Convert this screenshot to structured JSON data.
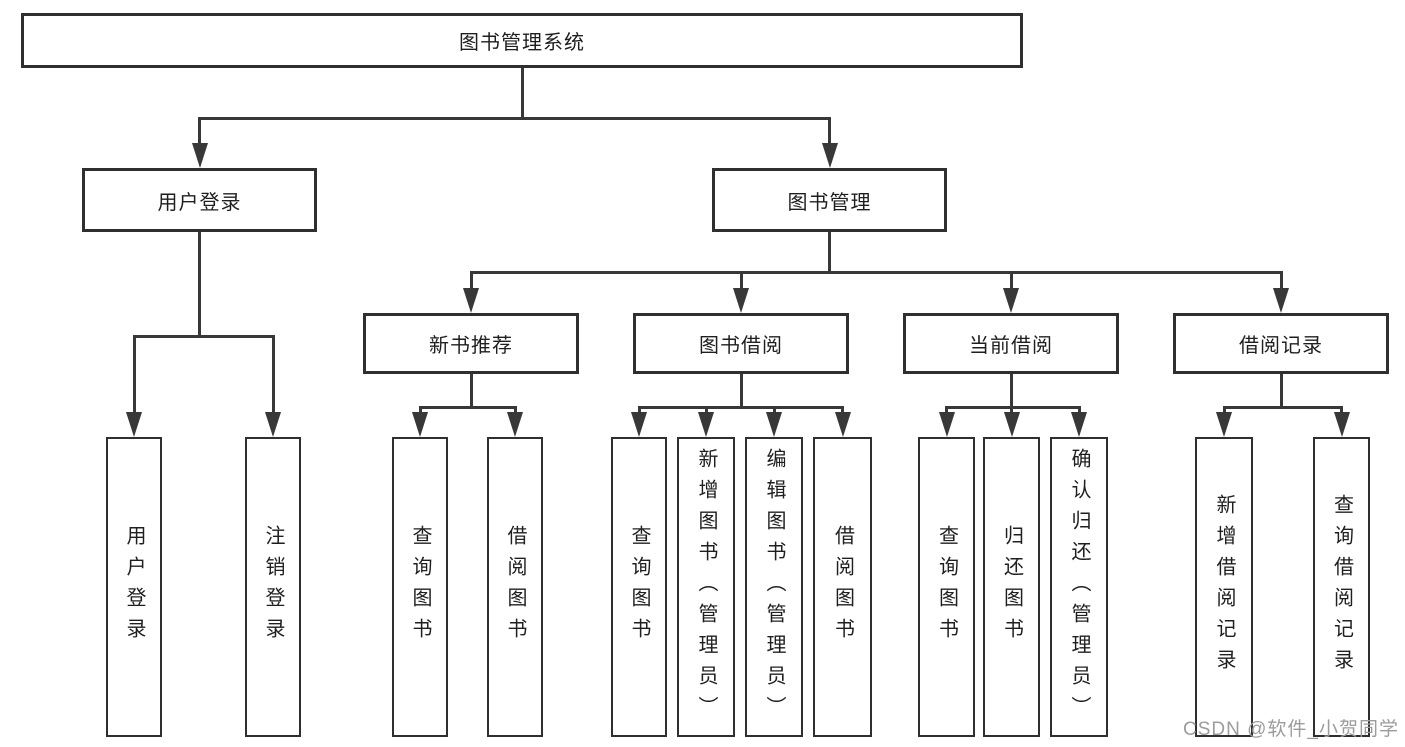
{
  "diagram": {
    "title": "图书管理系统",
    "type": "hierarchy-tree",
    "line_color": "#383838",
    "box_border_color": "#2f2f2f",
    "box_fill": "#ffffff",
    "text_color": "#1f1f1f",
    "watermark": "CSDN @软件_小贺同学",
    "watermark_color": "#9c9c9c",
    "nodes": [
      {
        "id": "root",
        "label": "图书管理系统",
        "parent": null
      },
      {
        "id": "user-login",
        "label": "用户登录",
        "parent": "root"
      },
      {
        "id": "book-management",
        "label": "图书管理",
        "parent": "root"
      },
      {
        "id": "new-book-recommend",
        "label": "新书推荐",
        "parent": "book-management"
      },
      {
        "id": "book-borrow",
        "label": "图书借阅",
        "parent": "book-management"
      },
      {
        "id": "current-borrow",
        "label": "当前借阅",
        "parent": "book-management"
      },
      {
        "id": "borrow-records",
        "label": "借阅记录",
        "parent": "book-management"
      },
      {
        "id": "login-leaf",
        "label": "用户登录",
        "parent": "user-login"
      },
      {
        "id": "logout-leaf",
        "label": "注销登录",
        "parent": "user-login"
      },
      {
        "id": "nbr-query",
        "label": "查询图书",
        "parent": "new-book-recommend"
      },
      {
        "id": "nbr-borrow",
        "label": "借阅图书",
        "parent": "new-book-recommend"
      },
      {
        "id": "bb-query",
        "label": "查询图书",
        "parent": "book-borrow"
      },
      {
        "id": "bb-add",
        "label": "新增图书（管理员）",
        "parent": "book-borrow"
      },
      {
        "id": "bb-edit",
        "label": "编辑图书（管理员）",
        "parent": "book-borrow"
      },
      {
        "id": "bb-borrow",
        "label": "借阅图书",
        "parent": "book-borrow"
      },
      {
        "id": "cb-query",
        "label": "查询图书",
        "parent": "current-borrow"
      },
      {
        "id": "cb-return",
        "label": "归还图书",
        "parent": "current-borrow"
      },
      {
        "id": "cb-confirm",
        "label": "确认归还（管理员）",
        "parent": "current-borrow"
      },
      {
        "id": "br-add",
        "label": "新增借阅记录",
        "parent": "borrow-records"
      },
      {
        "id": "br-query",
        "label": "查询借阅记录",
        "parent": "borrow-records"
      }
    ]
  }
}
